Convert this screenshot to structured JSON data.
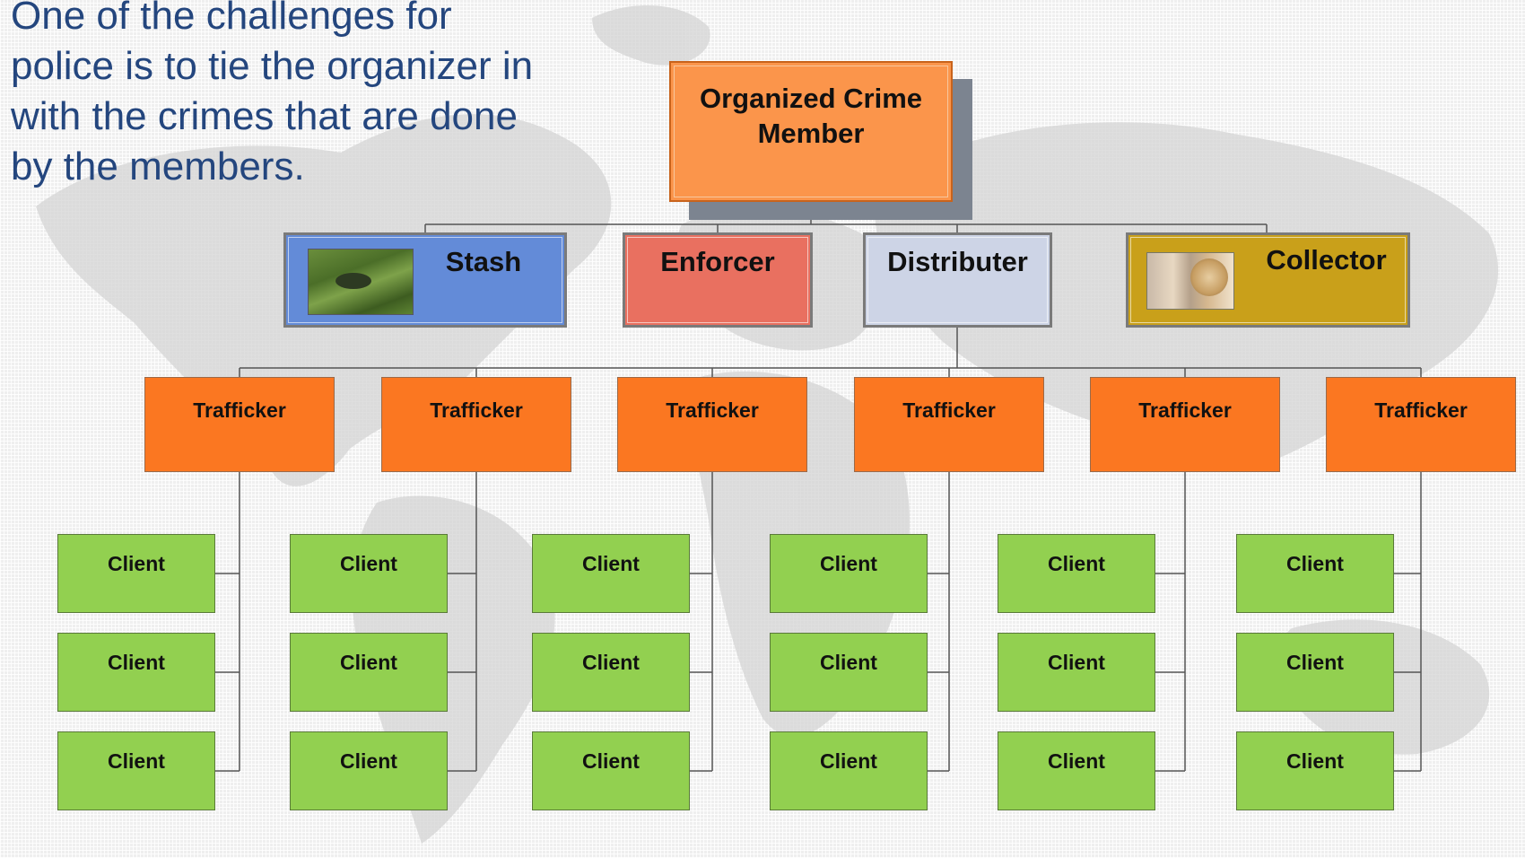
{
  "intro_text": "One of the challenges for police is to tie the organizer in with the crimes that are done by the members.",
  "root": {
    "label_line1": "Organized Crime",
    "label_line2": "Member"
  },
  "level2": {
    "stash": "Stash",
    "enforcer": "Enforcer",
    "distributer": "Distributer",
    "collector": "Collector"
  },
  "traffickers": [
    "Trafficker",
    "Trafficker",
    "Trafficker",
    "Trafficker",
    "Trafficker",
    "Trafficker"
  ],
  "clients": [
    [
      "Client",
      "Client",
      "Client"
    ],
    [
      "Client",
      "Client",
      "Client"
    ],
    [
      "Client",
      "Client",
      "Client"
    ],
    [
      "Client",
      "Client",
      "Client"
    ],
    [
      "Client",
      "Client",
      "Client"
    ],
    [
      "Client",
      "Client",
      "Client"
    ]
  ],
  "colors": {
    "intro_text": "#24467e",
    "root": "#fb954b",
    "stash": "#638bd8",
    "enforcer": "#e97060",
    "distributer": "#cdd4e6",
    "collector": "#c9a01a",
    "trafficker": "#fb7721",
    "client": "#92d050",
    "connector": "#555555"
  },
  "images": {
    "stash_thumbnail": "grass-image",
    "collector_thumbnail": "money-image"
  }
}
